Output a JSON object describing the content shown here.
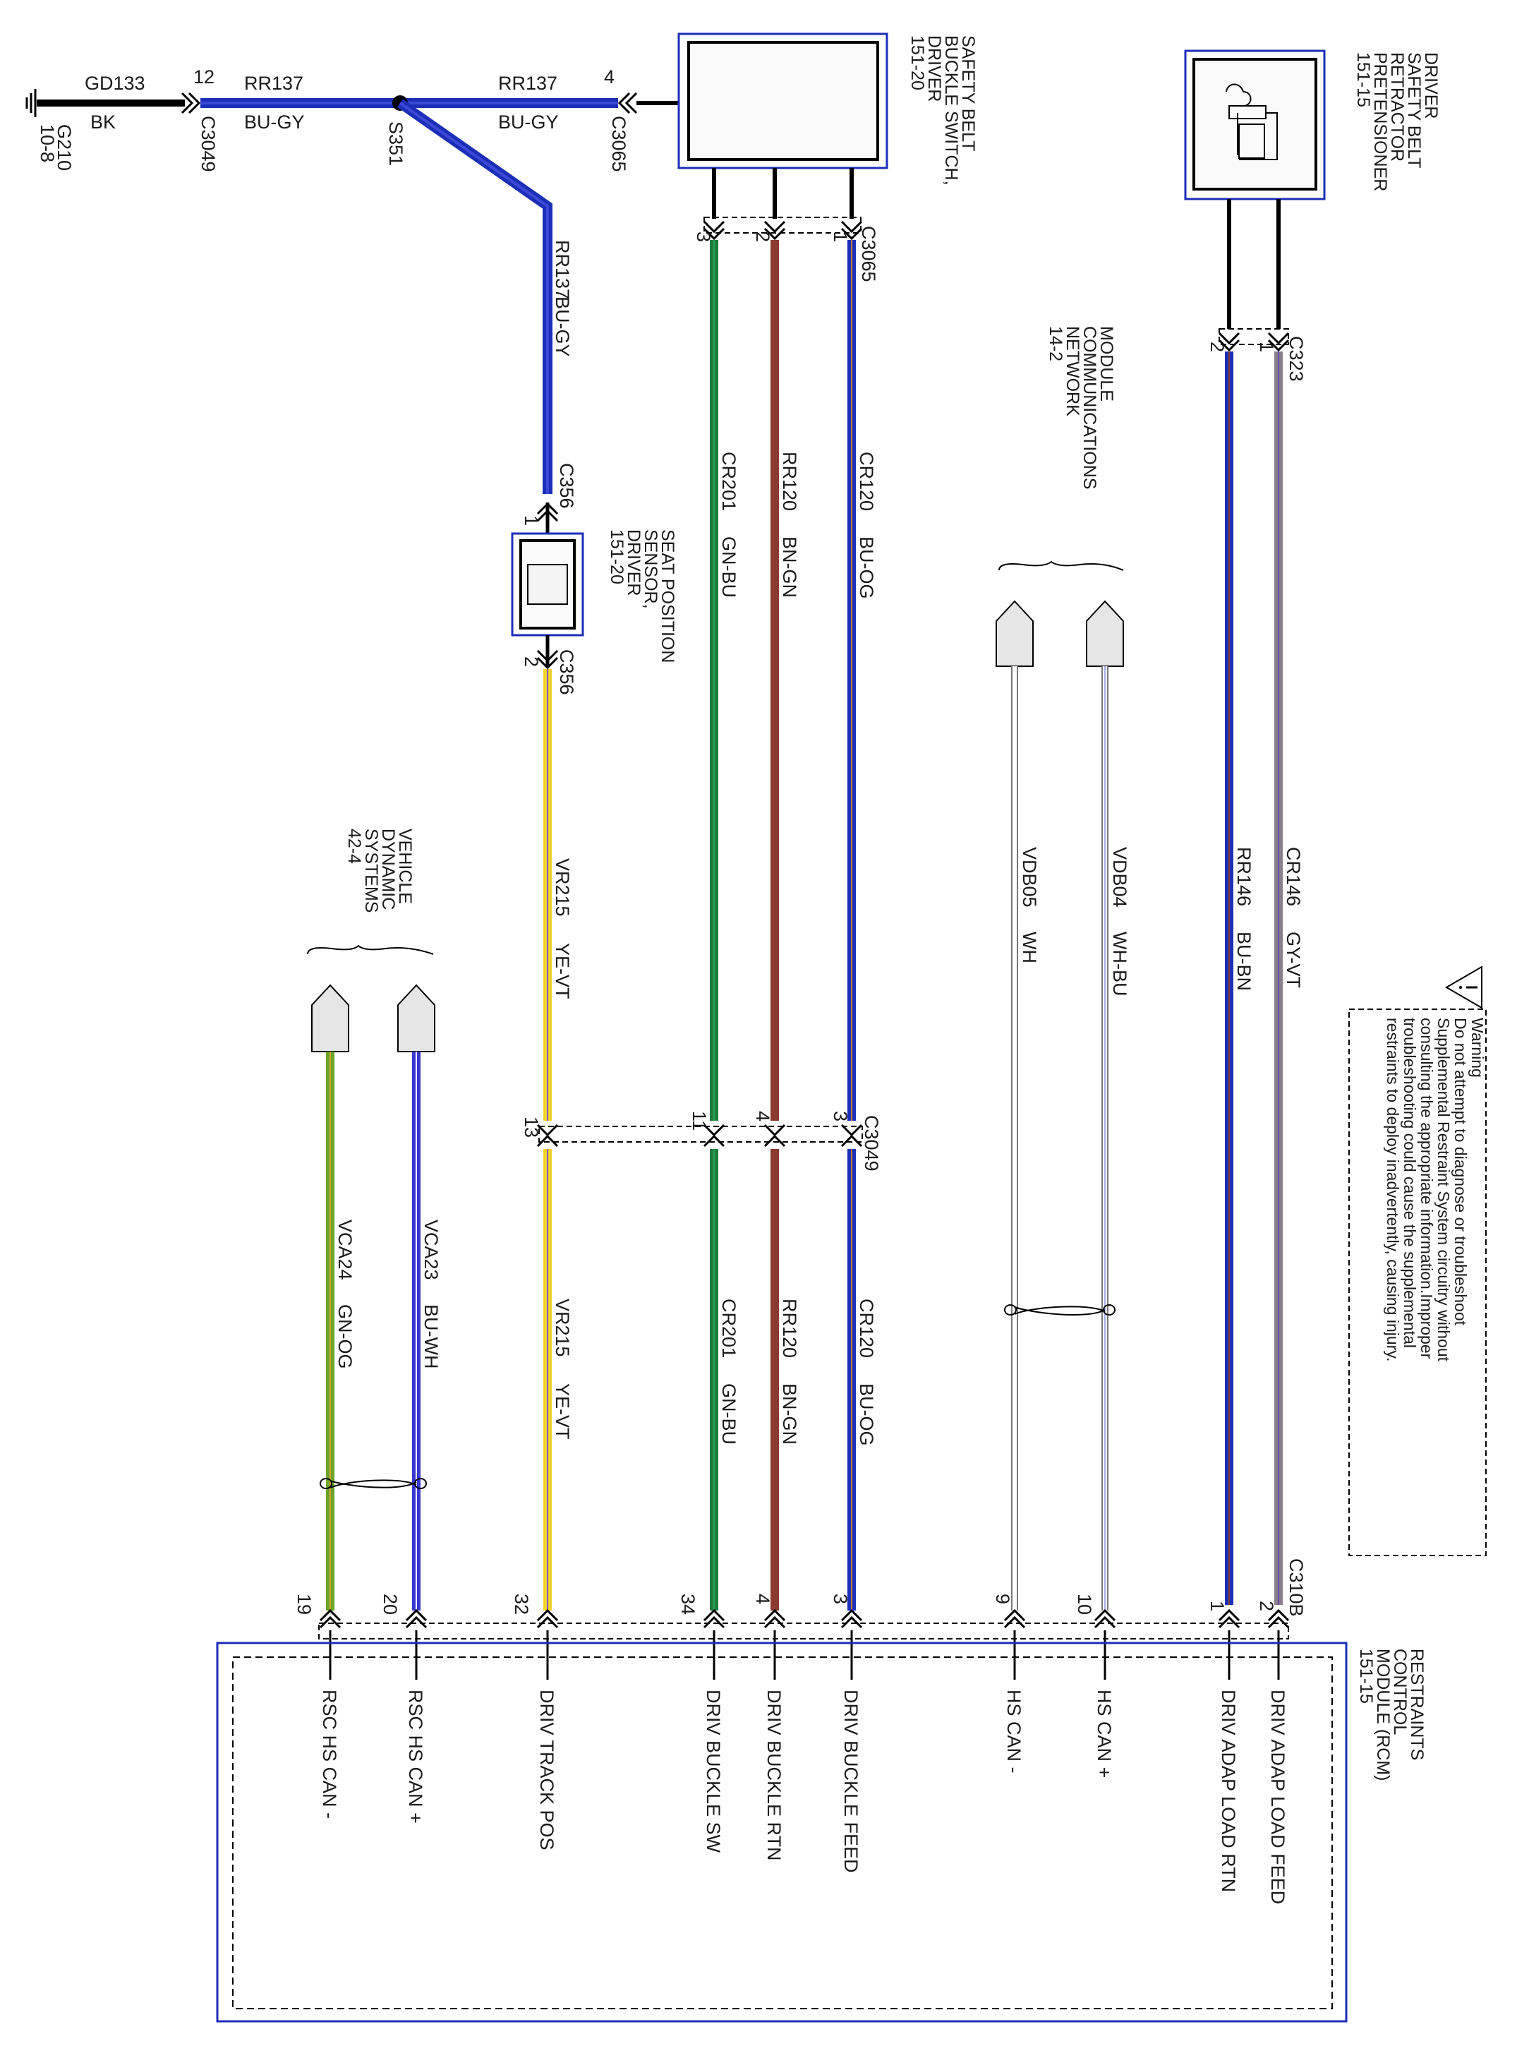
{
  "ground": {
    "id": "G210",
    "ref": "10-8",
    "circuit": "GD133",
    "color": "BK"
  },
  "splice": {
    "id": "S351"
  },
  "connectors": {
    "c3049_top": "C3049",
    "c3049_mid": "C3049",
    "c3065_left": "C3065",
    "c3065_bot": "C3065",
    "c356_top": "C356",
    "c356_bot": "C356",
    "c323": "C323",
    "c310b": "C310B"
  },
  "top_wires": [
    {
      "circuit": "RR137",
      "color": "BU-GY"
    },
    {
      "circuit": "RR137",
      "color": "BU-GY"
    }
  ],
  "riser": {
    "circuit": "RR137",
    "color": "BU-GY"
  },
  "components": {
    "buckle_switch": [
      "SAFETY BELT",
      "BUCKLE SWITCH,",
      "DRIVER",
      "151-20"
    ],
    "pretensioner": [
      "DRIVER",
      "SAFETY BELT",
      "RETRACTOR",
      "PRETENSIONER",
      "151-15"
    ],
    "seat_sensor": [
      "SEAT POSITION",
      "SENSOR,",
      "DRIVER",
      "151-20"
    ],
    "network": [
      "MODULE",
      "COMMUNICATIONS",
      "NETWORK",
      "14-2"
    ],
    "dynamics": [
      "VEHICLE",
      "DYNAMIC",
      "SYSTEMS",
      "42-4"
    ],
    "rcm": [
      "RESTRAINTS",
      "CONTROL",
      "MODULE (RCM)",
      "151-15"
    ]
  },
  "wire_labels": {
    "cr201": {
      "circuit": "CR201",
      "color": "GN-BU"
    },
    "rr120": {
      "circuit": "RR120",
      "color": "BN-GN"
    },
    "cr120": {
      "circuit": "CR120",
      "color": "BU-OG"
    },
    "vr215": {
      "circuit": "VR215",
      "color": "YE-VT"
    },
    "vdb05": {
      "circuit": "VDB05",
      "color": "WH"
    },
    "vdb04": {
      "circuit": "VDB04",
      "color": "WH-BU"
    },
    "rr146": {
      "circuit": "RR146",
      "color": "BU-BN"
    },
    "cr146": {
      "circuit": "CR146",
      "color": "GY-VT"
    },
    "vca24": {
      "circuit": "VCA24",
      "color": "GN-OG"
    },
    "vca23": {
      "circuit": "VCA23",
      "color": "BU-WH"
    }
  },
  "pins": {
    "top_left": "12",
    "top_right": "4",
    "bsw_3": "3",
    "bsw_2": "2",
    "bsw_1": "1",
    "pre_2": "2",
    "pre_1": "1",
    "c356_1": "1",
    "c356_2": "2",
    "mid_13": "13",
    "mid_11": "11",
    "mid_4": "4",
    "mid_3": "3",
    "rcm_19": "19",
    "rcm_20": "20",
    "rcm_32": "32",
    "rcm_34": "34",
    "rcm_4": "4",
    "rcm_3": "3",
    "rcm_9": "9",
    "rcm_10": "10",
    "rcm_1": "1",
    "rcm_2": "2"
  },
  "rcm_pins": [
    "RSC HS CAN -",
    "RSC HS CAN +",
    "DRIV TRACK POS",
    "DRIV BUCKLE SW",
    "DRIV BUCKLE RTN",
    "DRIV BUCKLE FEED",
    "HS CAN -",
    "HS CAN +",
    "DRIV ADAP LOAD RTN",
    "DRIV ADAP LOAD FEED"
  ],
  "warning": {
    "lines": [
      "Warning",
      "Do not attempt to diagnose or troubleshoot",
      "Supplemental Restraint System circuitry without",
      "consulting the appropriate information.Improper",
      "troubleshooting could cause the supplemental",
      "restraints to deploy inadvertently, causing injury."
    ]
  },
  "colors": {
    "outline": "#1c2fb8",
    "BU-GY": "#3333cc",
    "GN-BU": "#1d7a3a",
    "BN-GN": "#8a3a2e",
    "BU-OG": "#3030c8",
    "YE-VT": "#f0d42a",
    "WH": "#ffffff",
    "WH-BU": "#ffffff",
    "BU-BN": "#3333cc",
    "GY-VT": "#8a7f8e",
    "GN-OG": "#6aa52a",
    "BU-WH": "#3838d0",
    "BK": "#000000"
  }
}
